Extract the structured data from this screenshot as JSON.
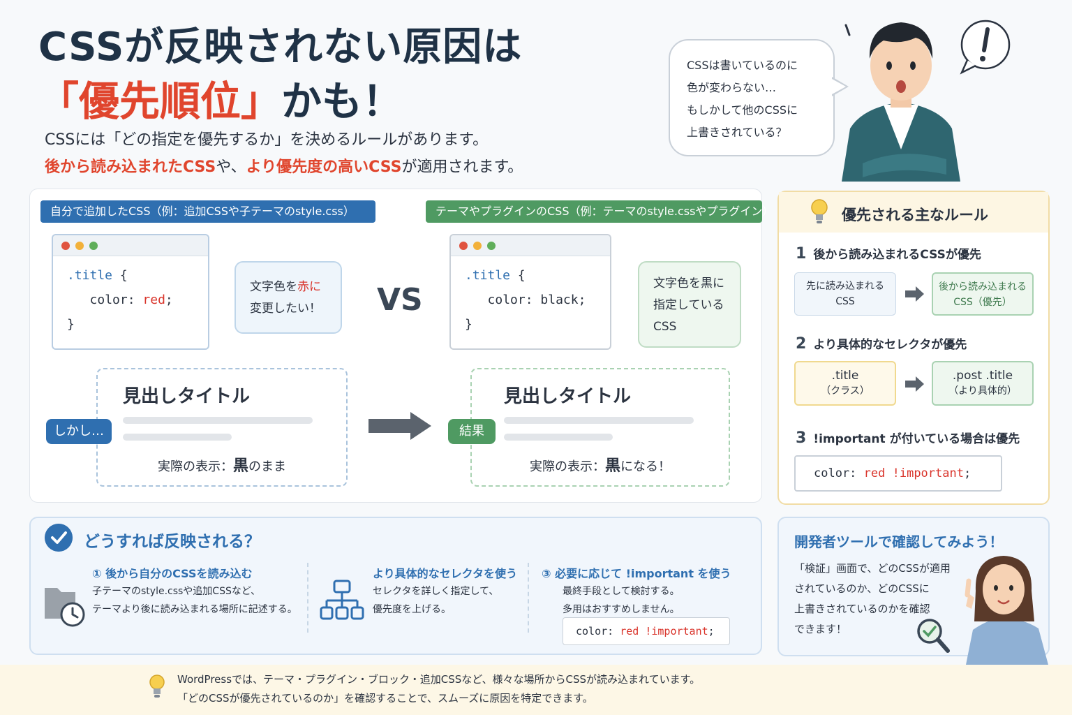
{
  "header": {
    "title_line1": "CSSが反映されない原因は",
    "title_highlight": "「優先順位」",
    "title_rest": "かも！",
    "lead_line1": "CSSには「どの指定を優先するか」を決めるルールがあります。",
    "lead_red1": "後から読み込まれたCSS",
    "lead_mid": "や、",
    "lead_red2": "より優先度の高いCSS",
    "lead_end": "が適用されます。"
  },
  "bubble": {
    "line1": "CSSは書いているのに",
    "line2": "色が変わらない…",
    "line3": "もしかして他のCSSに",
    "line4": "上書きされている？"
  },
  "left": {
    "tag": "自分で追加したCSS（例：追加CSSや子テーマのstyle.css）",
    "code_selector": ".title",
    "code_open": "{",
    "code_prop": "color:",
    "code_value": "red",
    "code_semicolon": ";",
    "code_close": "}",
    "note_pre": "文字色を",
    "note_red": "赤に",
    "note_line2": "変更したい！",
    "badge": "しかし…",
    "heading": "見出しタイトル",
    "display_label": "実際の表示：",
    "display_value": "黒",
    "display_suffix": "のまま"
  },
  "vs": "VS",
  "right": {
    "tag": "テーマやプラグインのCSS（例：テーマのstyle.cssやプラグイン）",
    "code_selector": ".title",
    "code_open": "{",
    "code_prop": "color:",
    "code_value": "black;",
    "code_close": "}",
    "note_line1": "文字色を黒に",
    "note_line2": "指定している",
    "note_line3": "CSS",
    "badge": "結果",
    "heading": "見出しタイトル",
    "display_label": "実際の表示：",
    "display_value": "黒",
    "display_suffix": "になる！"
  },
  "rules": {
    "title": "優先される主なルール",
    "rule1": {
      "num": "1",
      "text": "後から読み込まれるCSSが優先",
      "box1_l1": "先に読み込まれる",
      "box1_l2": "CSS",
      "box2_l1": "後から読み込まれる",
      "box2_l2": "CSS（優先）"
    },
    "rule2": {
      "num": "2",
      "text": "より具体的なセレクタが優先",
      "box1_l1": ".title",
      "box1_l2": "（クラス）",
      "box2_l1": ".post .title",
      "box2_l2": "（より具体的）"
    },
    "rule3": {
      "num": "3",
      "text": "!important が付いている場合は優先",
      "code_prop": "color:",
      "code_value": "red !important",
      "code_semicolon": ";"
    }
  },
  "fix": {
    "title": "どうすれば反映される？",
    "col1": {
      "heading": "① 後から自分のCSSを読み込む",
      "line1": "子テーマのstyle.cssや追加CSSなど、",
      "line2": "テーマより後に読み込まれる場所に記述する。"
    },
    "col2": {
      "heading": "より具体的なセレクタを使う",
      "line1": "セレクタを詳しく指定して、",
      "line2": "優先度を上げる。"
    },
    "col3": {
      "heading": "③ 必要に応じて !important を使う",
      "line1": "最終手段として検討する。",
      "line2": "多用はおすすめしません。",
      "code_prop": "color:",
      "code_value": "red !important",
      "code_semicolon": ";"
    }
  },
  "devtools": {
    "title": "開発者ツールで確認してみよう！",
    "line1": "「検証」画面で、どのCSSが適用",
    "line2": "されているのか、どのCSSに",
    "line3": "上書きされているのかを確認",
    "line4": "できます！"
  },
  "footer": {
    "line1": "WordPressでは、テーマ・プラグイン・ブロック・追加CSSなど、様々な場所からCSSが読み込まれています。",
    "line2": "「どのCSSが優先されているのか」を確認することで、スムーズに原因を特定できます。"
  },
  "icons": {
    "header_person": "surprised-man-illustration",
    "exclaim": "exclamation-bubble-icon",
    "bulb": "lightbulb-icon",
    "check": "check-circle-icon",
    "folder": "folder-clock-icon",
    "tree": "hierarchy-icon",
    "magnifier": "magnifier-check-icon",
    "woman": "pointing-woman-illustration"
  },
  "colors": {
    "accent_blue": "#2f6fb0",
    "accent_green": "#4f9a62",
    "accent_red": "#e0452d",
    "title_navy": "#1f3246"
  }
}
